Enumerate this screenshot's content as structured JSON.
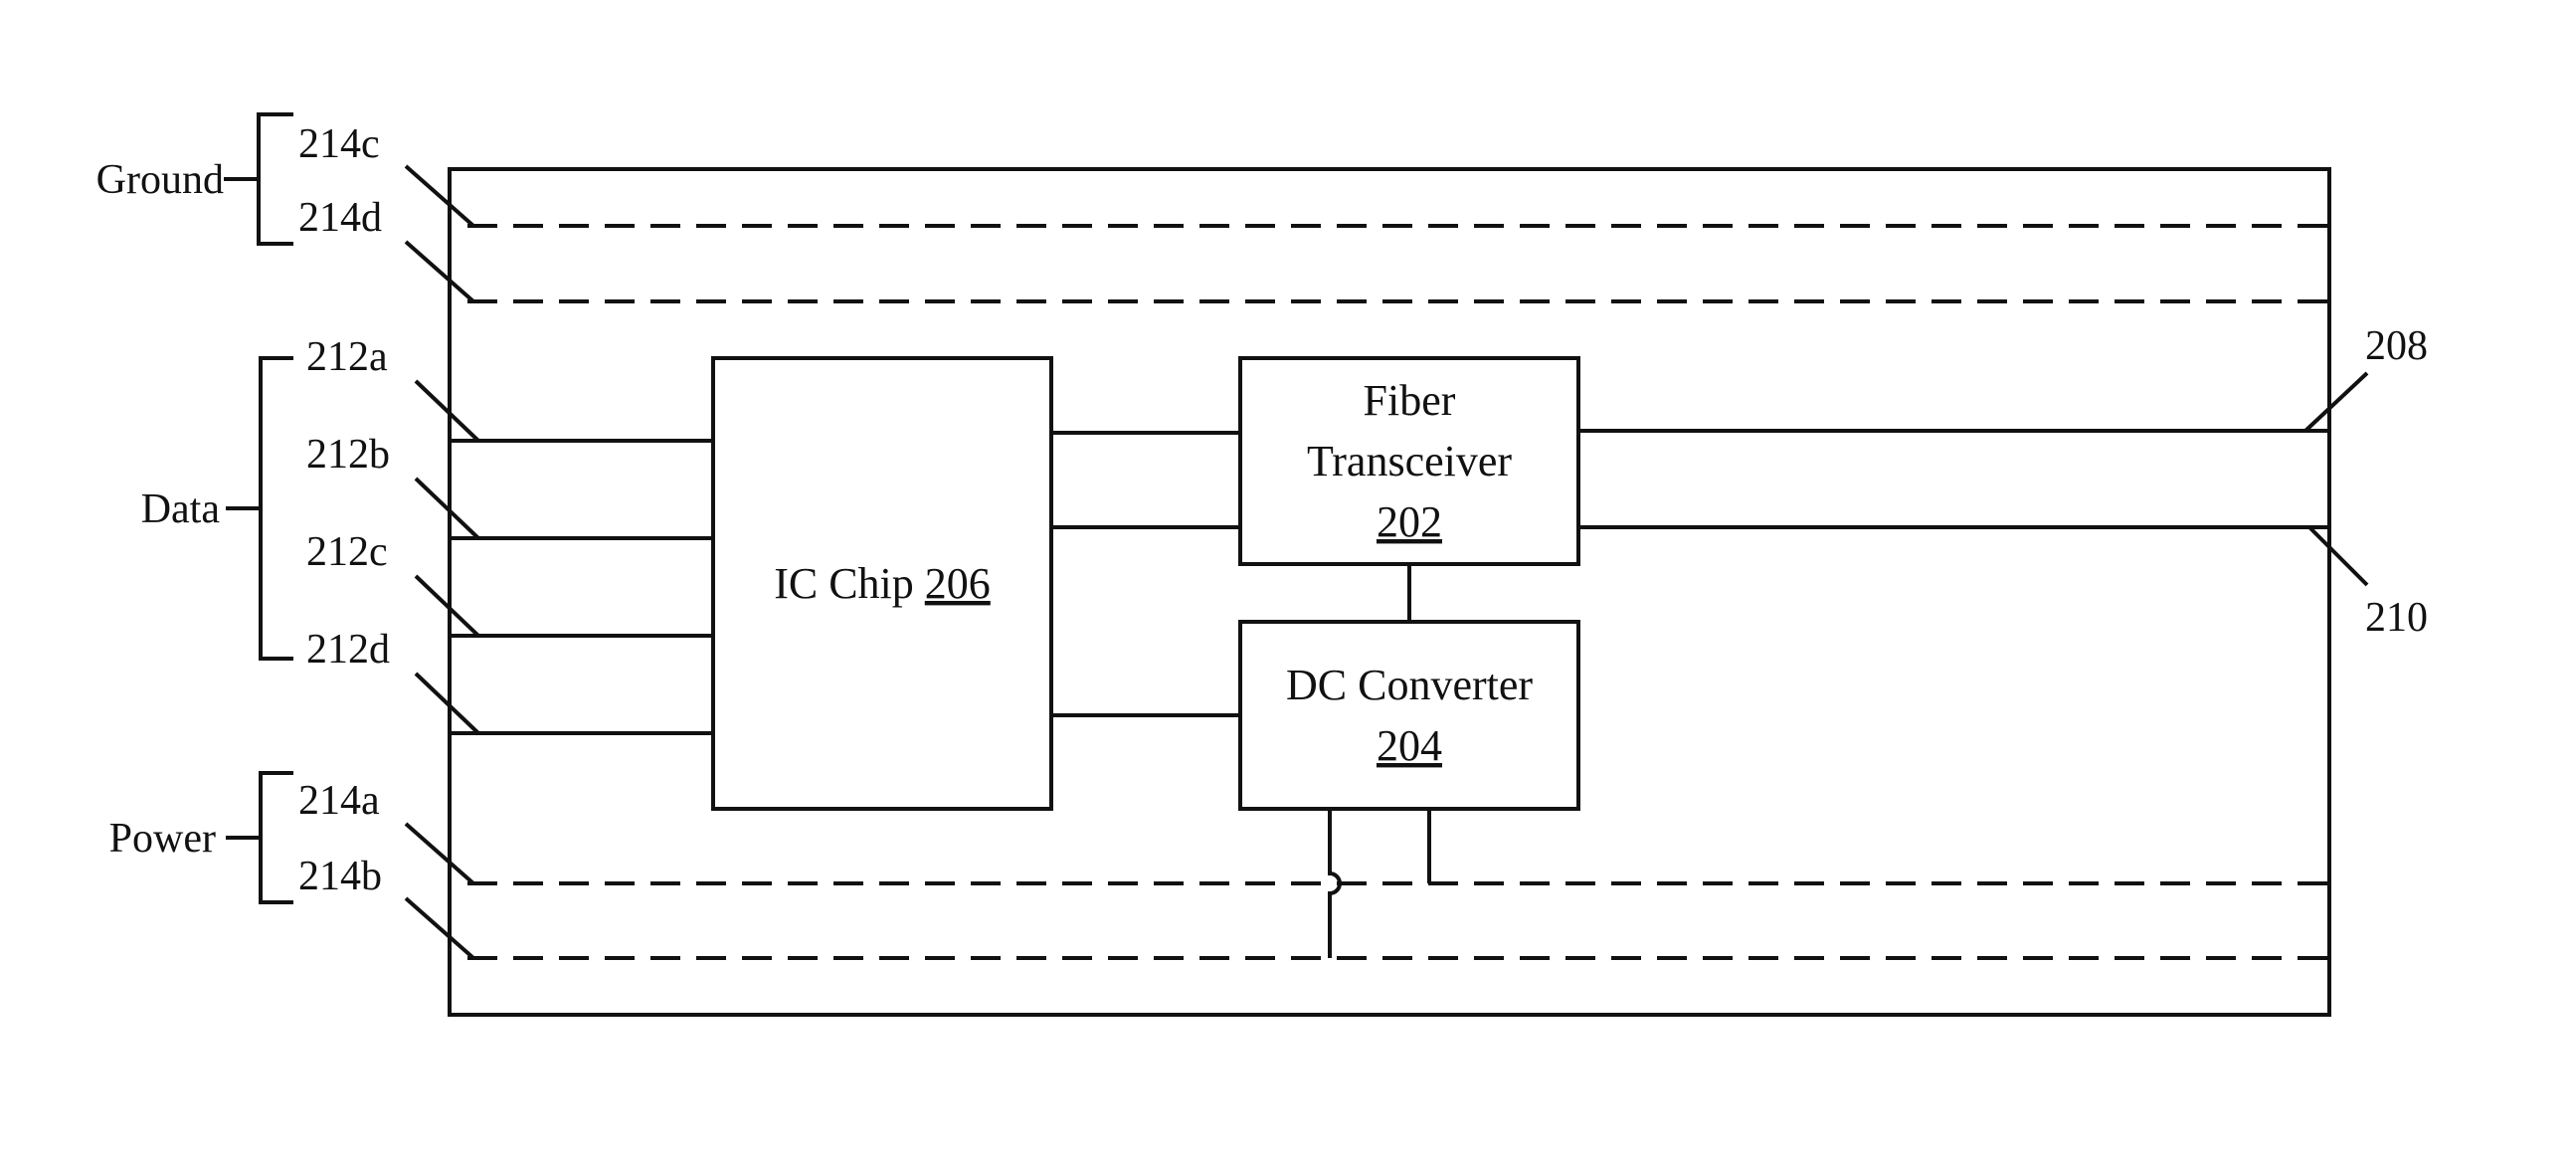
{
  "groups": {
    "ground": "Ground",
    "data": "Data",
    "power": "Power"
  },
  "refs": {
    "r214c": "214c",
    "r214d": "214d",
    "r212a": "212a",
    "r212b": "212b",
    "r212c": "212c",
    "r212d": "212d",
    "r214a": "214a",
    "r214b": "214b",
    "r208": "208",
    "r210": "210"
  },
  "blocks": {
    "ic_chip": {
      "name": "IC Chip ",
      "ref": "206"
    },
    "fiber": {
      "line1": "Fiber",
      "line2": "Transceiver",
      "ref": "202"
    },
    "dc": {
      "name": "DC Converter",
      "ref": "204"
    }
  }
}
